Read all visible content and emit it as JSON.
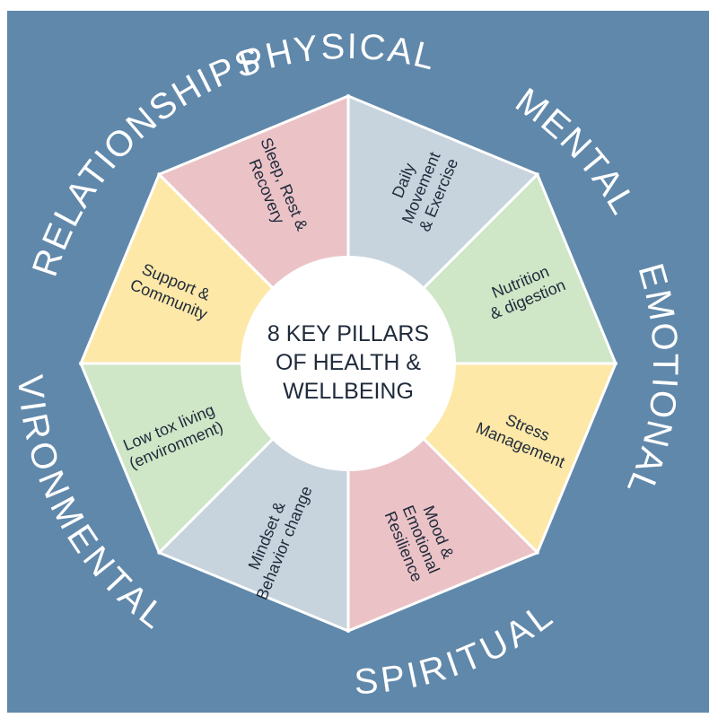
{
  "background_color": "#6088ab",
  "center": {
    "lines": [
      "8 KEY PILLARS",
      "OF HEALTH &",
      "WELLBEING"
    ]
  },
  "outer_labels": [
    {
      "text": "PHYSICAL"
    },
    {
      "text": "MENTAL"
    },
    {
      "text": "EMOTIONAL"
    },
    {
      "text": "SPIRITUAL"
    },
    {
      "text": "ENVIRONMENTAL"
    },
    {
      "text": "RELATIONSHIPS"
    }
  ],
  "segments": [
    {
      "name": "daily-movement",
      "color": "#c7d4de",
      "lines": [
        "Daily",
        "Movement",
        "& Exercise"
      ]
    },
    {
      "name": "nutrition",
      "color": "#cfe6c7",
      "lines": [
        "Nutrition",
        "& digestion"
      ]
    },
    {
      "name": "stress-management",
      "color": "#fde8a8",
      "lines": [
        "Stress",
        "Management"
      ]
    },
    {
      "name": "mood-resilience",
      "color": "#ebc3c7",
      "lines": [
        "Mood &",
        "Emotional",
        "Resilience"
      ]
    },
    {
      "name": "mindset",
      "color": "#c7d4de",
      "lines": [
        "Mindset &",
        "Behavior change"
      ]
    },
    {
      "name": "low-tox",
      "color": "#cfe6c7",
      "lines": [
        "Low tox living",
        "(environment)"
      ]
    },
    {
      "name": "support-community",
      "color": "#fde8a8",
      "lines": [
        "Support &",
        "Community"
      ]
    },
    {
      "name": "sleep-rest",
      "color": "#ebc3c7",
      "lines": [
        "Sleep, Rest &",
        "Recovery"
      ]
    }
  ]
}
